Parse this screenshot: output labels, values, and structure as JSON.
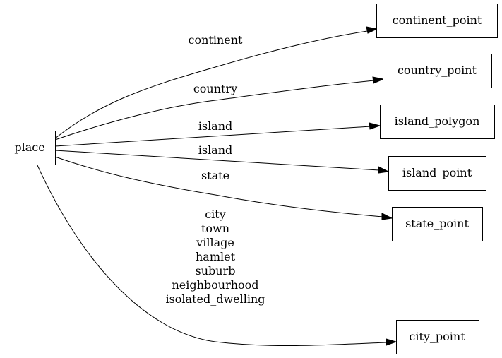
{
  "nodes": {
    "place": "place",
    "continent_point": "continent_point",
    "country_point": "country_point",
    "island_polygon": "island_polygon",
    "island_point": "island_point",
    "state_point": "state_point",
    "city_point": "city_point"
  },
  "edges": {
    "continent": "continent",
    "country": "country",
    "island_polygon": "island",
    "island_point": "island",
    "state": "state",
    "city_lines": [
      "city",
      "town",
      "village",
      "hamlet",
      "suburb",
      "neighbourhood",
      "isolated_dwelling"
    ]
  }
}
